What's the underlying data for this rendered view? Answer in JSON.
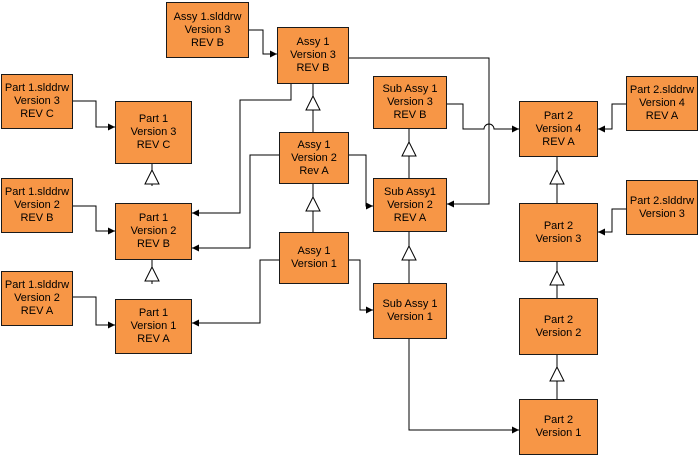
{
  "colors": {
    "box_fill": "#f79646",
    "box_border": "#1a1a1a",
    "connector": "#000000"
  },
  "nodes": {
    "assy1_drw_rb": [
      "Assy 1.slddrw",
      "Version 3",
      "REV B"
    ],
    "assy1_v3": [
      "Assy 1",
      "Version 3",
      "REV B"
    ],
    "assy1_v2": [
      "Assy 1",
      "Version 2",
      "Rev A"
    ],
    "assy1_v1": [
      "Assy 1",
      "Version 1"
    ],
    "sub1_v3": [
      "Sub Assy 1",
      "Version 3",
      "REV B"
    ],
    "sub1_v2": [
      "Sub Assy1",
      "Version 2",
      "REV A"
    ],
    "sub1_v1": [
      "Sub Assy 1",
      "Version 1"
    ],
    "part1_drw_rc": [
      "Part 1.slddrw",
      "Version 3",
      "REV C"
    ],
    "part1_drw_rb": [
      "Part 1.slddrw",
      "Version 2",
      "REV B"
    ],
    "part1_drw_ra": [
      "Part 1.slddrw",
      "Version 2",
      "REV A"
    ],
    "part1_v3": [
      "Part 1",
      "Version 3",
      "REV C"
    ],
    "part1_v2": [
      "Part 1",
      "Version 2",
      "REV B"
    ],
    "part1_v1": [
      "Part 1",
      "Version 1",
      "REV A"
    ],
    "part2_drw_ra": [
      "Part 2.slddrw",
      "Version 4",
      "REV A"
    ],
    "part2_drw_v3": [
      "Part 2.slddrw",
      "Version 3"
    ],
    "part2_v4": [
      "Part 2",
      "Version 4",
      "REV A"
    ],
    "part2_v3": [
      "Part 2",
      "Version 3"
    ],
    "part2_v2": [
      "Part 2",
      "Version 2"
    ],
    "part2_v1": [
      "Part 2",
      "Version 1"
    ]
  }
}
